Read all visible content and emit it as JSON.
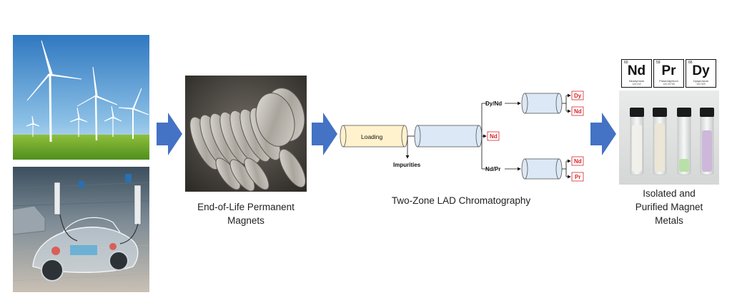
{
  "captions": {
    "magnets": "End-of-Life Permanent Magnets",
    "chromatography": "Two-Zone LAD Chromatography",
    "metals": "Isolated and Purified Magnet Metals"
  },
  "flow": {
    "loading": "Loading",
    "impurities": "Impurities",
    "dy_nd": "Dy/Nd",
    "nd_pr": "Nd/Pr",
    "out_nd_center": "Nd",
    "out_dy": "Dy",
    "out_nd_top": "Nd",
    "out_nd_bottom": "Nd",
    "out_pr": "Pr"
  },
  "elements": [
    {
      "number": "60",
      "symbol": "Nd",
      "name": "Neodymium",
      "mass": "144.242"
    },
    {
      "number": "59",
      "symbol": "Pr",
      "name": "Praseodymium",
      "mass": "140.90766"
    },
    {
      "number": "66",
      "symbol": "Dy",
      "name": "Dysprosium",
      "mass": "162.500"
    }
  ],
  "colors": {
    "arrow": "#4472c4",
    "loading_column": "#fff2cc",
    "column": "#dce8f6",
    "output": "#d9252b"
  }
}
